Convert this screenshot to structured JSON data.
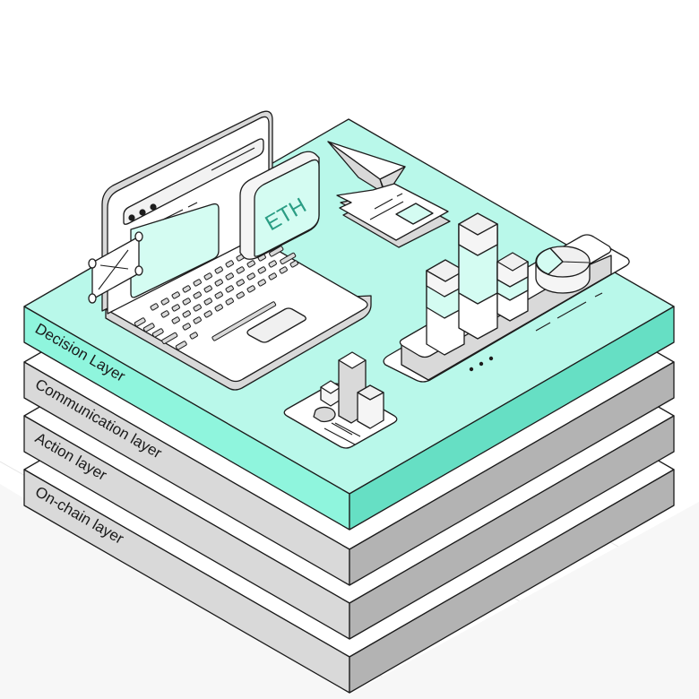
{
  "diagram": {
    "type": "isometric-layer-stack",
    "layers": [
      {
        "label": "Decision Layer",
        "top_color": "#b9f8ea",
        "left_color": "#8ff5dd",
        "right_color": "#66dfc4",
        "highlighted": true
      },
      {
        "label": "Communication layer",
        "top_color": "#ffffff",
        "left_color": "#d9d9d9",
        "right_color": "#b3b3b3",
        "highlighted": false
      },
      {
        "label": "Action layer",
        "top_color": "#ffffff",
        "left_color": "#d9d9d9",
        "right_color": "#b3b3b3",
        "highlighted": false
      },
      {
        "label": "On-chain layer",
        "top_color": "#ffffff",
        "left_color": "#d9d9d9",
        "right_color": "#b3b3b3",
        "highlighted": false
      }
    ],
    "decision_layer_items": {
      "token_badge": "ETH",
      "objects": [
        "laptop",
        "browser-window",
        "image-card",
        "paper-plane",
        "document",
        "bar-chart-dashboard",
        "pie-chart",
        "mini-bar-chart-card"
      ]
    },
    "colors": {
      "accent": "#2a9d84",
      "mint_light": "#d4fcf2",
      "outline": "#1c1c1c",
      "gray_light": "#d9d9d9",
      "gray_mid": "#b3b3b3"
    }
  }
}
